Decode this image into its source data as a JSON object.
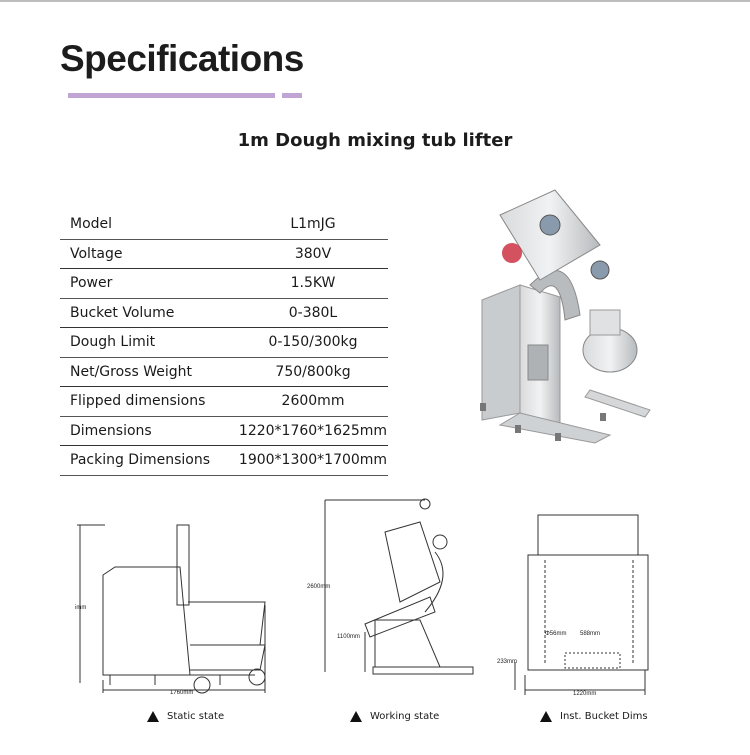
{
  "header": {
    "title": "Specifications",
    "accent_color": "#c0a5d4"
  },
  "product": {
    "name": "1m Dough mixing tub lifter"
  },
  "specs": [
    {
      "label": "Model",
      "value": "L1mJG"
    },
    {
      "label": "Voltage",
      "value": "380V"
    },
    {
      "label": "Power",
      "value": "1.5KW"
    },
    {
      "label": "Bucket Volume",
      "value": "0-380L"
    },
    {
      "label": "Dough Limit",
      "value": "0-150/300kg"
    },
    {
      "label": "Net/Gross Weight",
      "value": "750/800kg"
    },
    {
      "label": "Flipped dimensions",
      "value": "2600mm"
    },
    {
      "label": "Dimensions",
      "value": "1220*1760*1625mm"
    },
    {
      "label": "Packing Dimensions",
      "value": "1900*1300*1700mm"
    }
  ],
  "drawings": [
    {
      "caption": "Static state",
      "dims": {
        "height": "1625mm",
        "width": "1760mm"
      }
    },
    {
      "caption": "Working state",
      "dims": {
        "height": "2600mm",
        "base": "1100mm"
      }
    },
    {
      "caption": "Inst. Bucket Dims",
      "dims": {
        "width": "1220mm",
        "hole": "Φ56mm",
        "spacing": "588mm",
        "clearance": "233mm"
      }
    }
  ]
}
